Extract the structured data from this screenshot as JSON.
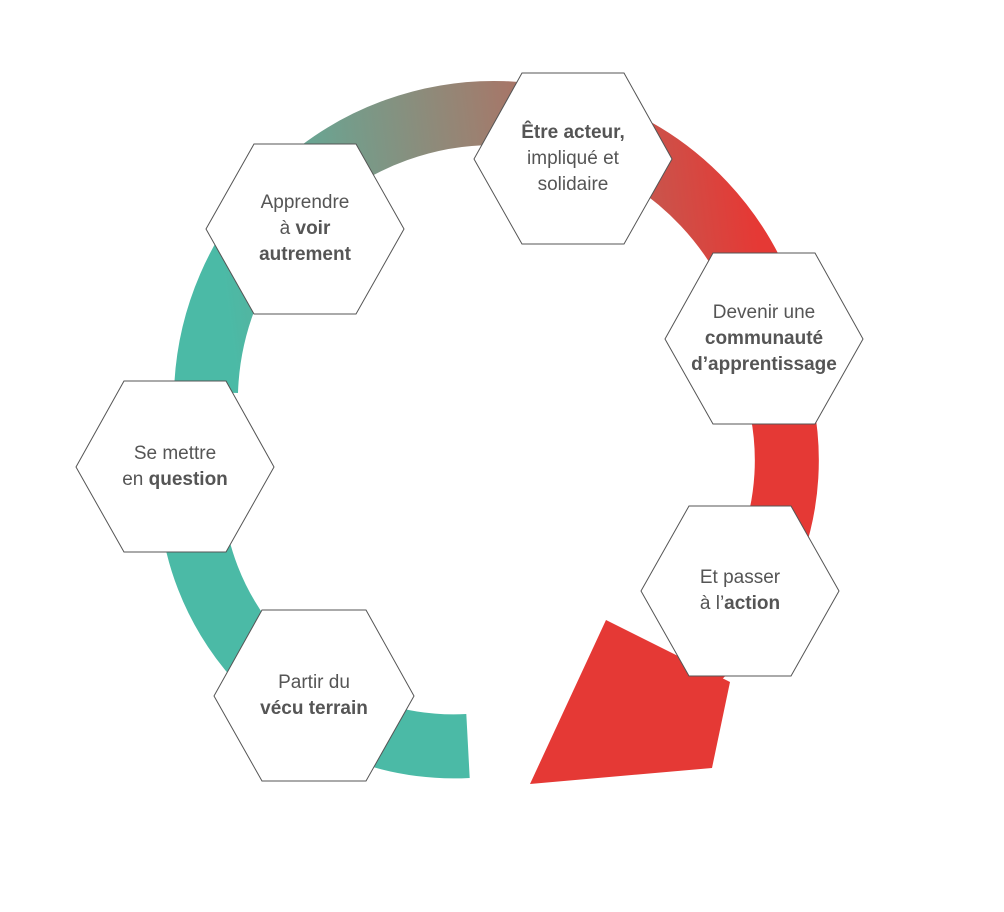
{
  "colors": {
    "teal": "#4bbaa6",
    "taupe": "#9a8272",
    "red": "#e53935",
    "hex_stroke": "#555555",
    "text": "#555555"
  },
  "hexagons": [
    {
      "id": "partir",
      "line1": [
        {
          "t": "Partir du",
          "b": false
        }
      ],
      "line2": [
        {
          "t": "vécu terrain",
          "b": true
        }
      ]
    },
    {
      "id": "question",
      "line1": [
        {
          "t": "Se mettre",
          "b": false
        }
      ],
      "line2": [
        {
          "t": "en ",
          "b": false
        },
        {
          "t": "question",
          "b": true
        }
      ]
    },
    {
      "id": "voir",
      "line1": [
        {
          "t": "Apprendre",
          "b": false
        }
      ],
      "line2": [
        {
          "t": "à ",
          "b": false
        },
        {
          "t": "voir",
          "b": true
        }
      ],
      "line3": [
        {
          "t": "autrement",
          "b": true
        }
      ]
    },
    {
      "id": "acteur",
      "line1": [
        {
          "t": "Être acteur,",
          "b": true
        }
      ],
      "line2": [
        {
          "t": "impliqué et",
          "b": false
        }
      ],
      "line3": [
        {
          "t": "solidaire",
          "b": false
        }
      ]
    },
    {
      "id": "communaute",
      "line1": [
        {
          "t": "Devenir une",
          "b": false
        }
      ],
      "line2": [
        {
          "t": "communauté",
          "b": true
        }
      ],
      "line3": [
        {
          "t": "d’apprentissage",
          "b": true
        }
      ]
    },
    {
      "id": "action",
      "line1": [
        {
          "t": "Et passer",
          "b": false
        }
      ],
      "line2": [
        {
          "t": "à l’",
          "b": false
        },
        {
          "t": "action",
          "b": true
        }
      ]
    }
  ]
}
